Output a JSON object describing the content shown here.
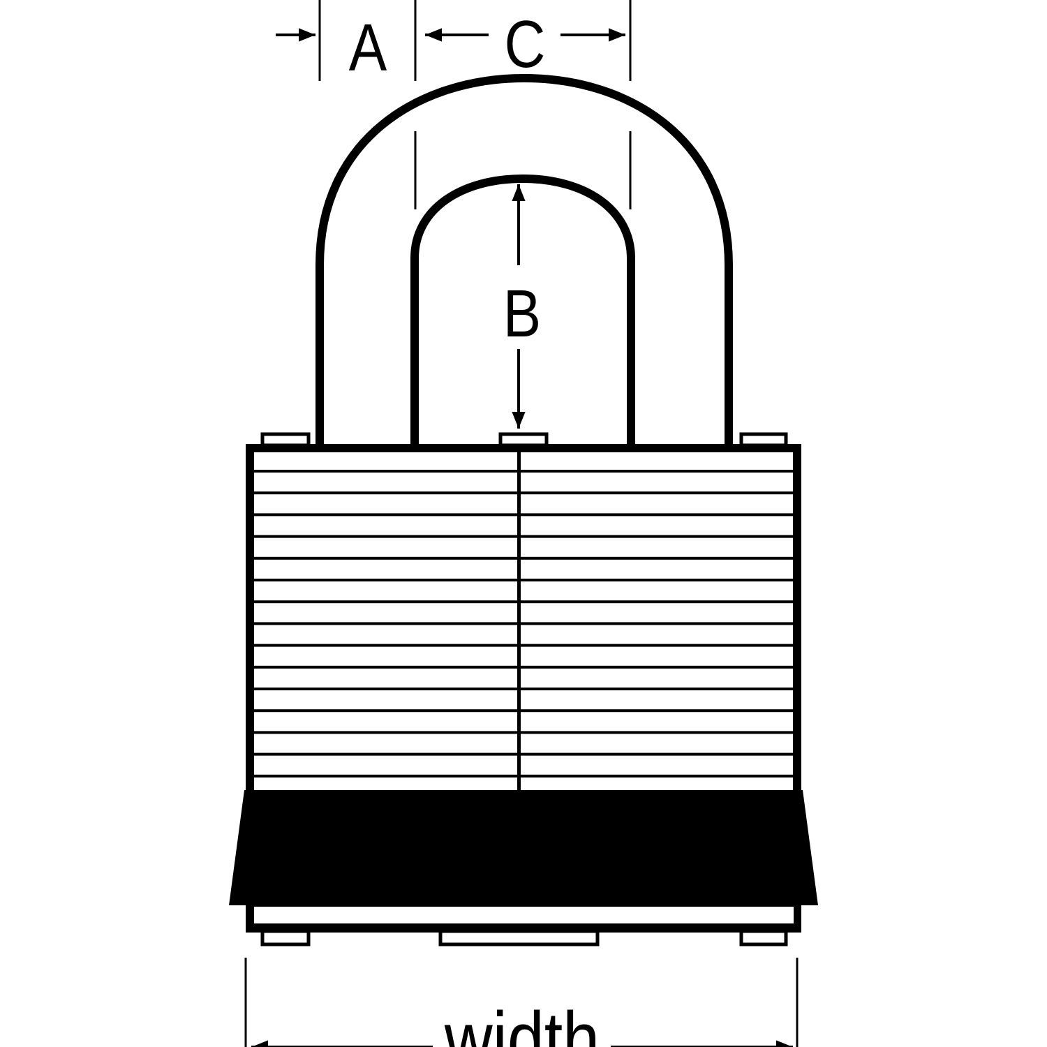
{
  "diagram": {
    "labels": {
      "a": "A",
      "b": "B",
      "c": "C",
      "width": "width"
    },
    "colors": {
      "line": "#000000",
      "background": "#ffffff"
    }
  }
}
